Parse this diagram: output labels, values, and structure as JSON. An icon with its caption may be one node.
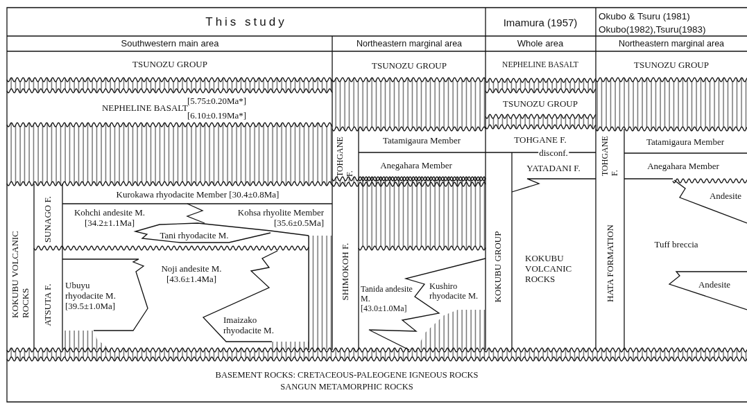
{
  "diagram": {
    "labels": [
      "This study",
      "Imamura (1957)",
      "Okubo & Tsuru (1981)",
      "Okubo(1982),Tsuru(1983)",
      "Southwestern main area",
      "Northeastern marginal area",
      "Whole area",
      "Northeastern marginal area",
      "TSUNOZU GROUP",
      "TSUNOZU GROUP",
      "NEPHELINE BASALT",
      "TSUNOZU GROUP",
      "NEPHELINE BASALT",
      "[5.75±0.20Ma*]",
      "[6.10±0.19Ma*]",
      "TSUNOZU GROUP",
      "TOHGANE F.",
      "Tatamigaura Member",
      "TOHGANE F.",
      "TOHGANE F.",
      "Tatamigaura Member",
      "disconf.",
      "Anegahara Member",
      "YATADANI F.",
      "Anegahara Member",
      "KOKUBU VOLCANIC ROCKS",
      "SUNAGO F.",
      "Kurokawa rhyodacite Member [30.4±0.8Ma]",
      "Andesite",
      "Kohchi andesite M. [34.2±1.1Ma]",
      "Kohsa rhyolite Member [35.6±0.5Ma]",
      "Tani rhyodacite M.",
      "KOKUBU GROUP",
      "HATA FORMATION",
      "Tuff breccia",
      "KOKUBU VOLCANIC ROCKS",
      "ATSUTA F.",
      "SHIMOKOH F.",
      "Noji andesite M. [43.6±1.4Ma]",
      "Ubuyu rhyodacite M. [39.5±1.0Ma]",
      "Kushiro rhyodacite M.",
      "Tanida andesite M. [43.0±1.0Ma]",
      "Andesite",
      "Imaizako rhyodacite M.",
      "BASEMENT ROCKS: CRETACEOUS-PALEOGENE IGNEOUS ROCKS",
      "SANGUN METAMORPHIC ROCKS"
    ]
  }
}
